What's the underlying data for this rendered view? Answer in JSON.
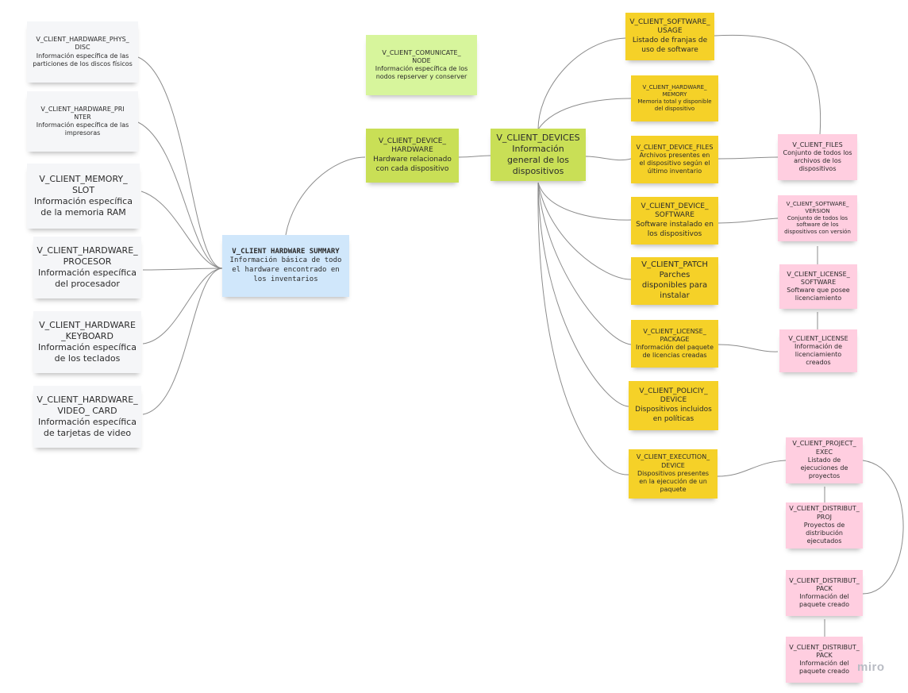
{
  "notes": {
    "phys_disc": {
      "title": "V_CLIENT_HARDWARE_PHYS_\nDISC",
      "desc": "Información específica de las particiones de los discos físicos"
    },
    "printer": {
      "title": "V_CLIENT_HARDWARE_PRI\nNTER",
      "desc": "Información específica de las impresoras"
    },
    "memory_slot": {
      "title": "V_CLIENT_MEMORY_\nSLOT",
      "desc": "Información específica de la memoria RAM"
    },
    "procesor": {
      "title": "V_CLIENT_HARDWARE_\nPROCESOR",
      "desc": "Información específica del procesador"
    },
    "keyboard": {
      "title": "V_CLIENT_HARDWARE\n_KEYBOARD",
      "desc": "Información específica de los teclados"
    },
    "video_card": {
      "title": "V_CLIENT_HARDWARE_\nVIDEO_ CARD",
      "desc": "Información específica de tarjetas de video"
    },
    "hw_summary": {
      "title": "V_CLIENT HARDWARE SUMMARY",
      "desc": "Información básica de todo el hardware encontrado en los inventarios"
    },
    "comunicate_node": {
      "title": "V_CLIENT_COMUNICATE_\nNODE",
      "desc": "Información específica de los nodos repserver y conserver"
    },
    "device_hardware": {
      "title": "V_CLIENT_DEVICE_\nHARDWARE",
      "desc": "Hardware relacionado con cada dispositivo"
    },
    "devices": {
      "title": "V_CLIENT_DEVICES",
      "desc": "Información general de los dispositivos"
    },
    "software_usage": {
      "title": "V_CLIENT_SOFTWARE_\nUSAGE",
      "desc": "Listado de franjas de uso de software"
    },
    "hardware_memory": {
      "title": "V_CLIENT_HARDWARE_\nMEMORY",
      "desc": "Memoria total y disponible del dispositivo"
    },
    "device_files": {
      "title": "V_CLIENT_DEVICE_FILES",
      "desc": "Archivos presentes en el dispositivo según el último inventario"
    },
    "device_software": {
      "title": "V_CLIENT_DEVICE_\nSOFTWARE",
      "desc": "Software instalado en los dispositivos"
    },
    "patch": {
      "title": "V_CLIENT_PATCH",
      "desc": "Parches disponibles para instalar"
    },
    "license_package": {
      "title": "V_CLIENT_LICENSE_\nPACKAGE",
      "desc": "Información del paquete de licencias creadas"
    },
    "policiy_device": {
      "title": "V_CLIENT_POLICIY_\nDEVICE",
      "desc": "Dispositivos incluidos en políticas"
    },
    "execution_device": {
      "title": "V_CLIENT_EXECUTION_\nDEVICE",
      "desc": "Dispositivos presentes en la ejecución de un paquete"
    },
    "files": {
      "title": "V_CLIENT_FILES",
      "desc": "Conjunto de todos los archivos de los dispositivos"
    },
    "software_version": {
      "title": "V_CLIENT_SOFTWARE_\nVERSION",
      "desc": "Conjunto de todos los software de los dispositivos con versión"
    },
    "license_software": {
      "title": "V_CLIENT_LICENSE_\nSOFTWARE",
      "desc": "Software que posee licenciamiento"
    },
    "license": {
      "title": "V_CLIENT_LICENSE",
      "desc": "Información de licenciamiento creados"
    },
    "project_exec": {
      "title": "V_CLIENT_PROJECT_\nEXEC",
      "desc": "Listado de ejecuciones de proyectos"
    },
    "distribut_proj": {
      "title": "V_CLIENT_DISTRIBUT_\nPROJ",
      "desc": "Proyectos de distribución ejecutados"
    },
    "distribut_pack_1": {
      "title": "V_CLIENT_DISTRIBUT_\nPACK",
      "desc": "Información del paquete creado"
    },
    "distribut_pack_2": {
      "title": "V_CLIENT_DISTRIBUT_\nPACK",
      "desc": "Información del paquete creado"
    }
  },
  "watermark": "miro",
  "colors": {
    "gray_note": "#f5f6f8",
    "blue_note": "#d0e7fb",
    "lime_note": "#d7f59c",
    "green_note": "#c9df56",
    "yellow_note": "#f5d128",
    "pink_note": "#ffcee0",
    "connector": "#8c8c8c"
  }
}
